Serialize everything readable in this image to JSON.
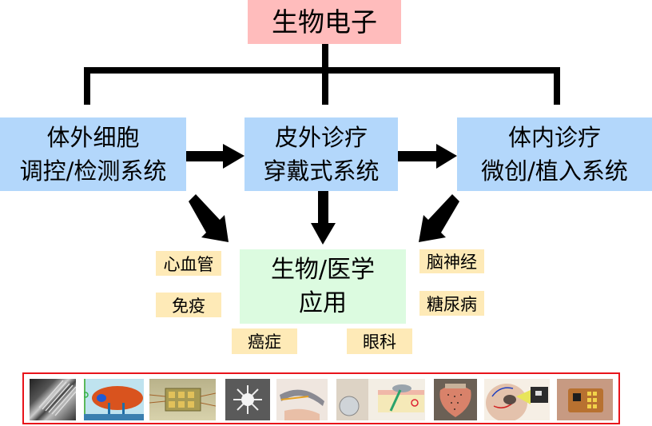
{
  "root": {
    "label": "生物电子"
  },
  "systems": [
    {
      "line1": "体外细胞",
      "line2": "调控/检测系统"
    },
    {
      "line1": "皮外诊疗",
      "line2": "穿戴式系统"
    },
    {
      "line1": "体内诊疗",
      "line2": "微创/植入系统"
    }
  ],
  "application": {
    "line1": "生物/医学",
    "line2": "应用"
  },
  "tags": [
    "心血管",
    "免疫",
    "癌症",
    "眼科",
    "脑神经",
    "糖尿病"
  ],
  "thumbnails": [
    "microelectrode-array-micrograph",
    "cell-electrode-schematic",
    "electrode-chip-photo",
    "nanostructure-sem",
    "flexible-sensor-on-finger",
    "coated-cgm-schematic",
    "cardiac-mesh-electronics",
    "brain-implant-illustration",
    "implanted-sensor-on-tissue"
  ],
  "colors": {
    "root_fill": "#ffbcbc",
    "system_fill": "#b3d7fb",
    "application_fill": "#dcfbe0",
    "tag_fill": "#feeab7",
    "strip_border": "#e8141b",
    "arrow": "#000000"
  }
}
